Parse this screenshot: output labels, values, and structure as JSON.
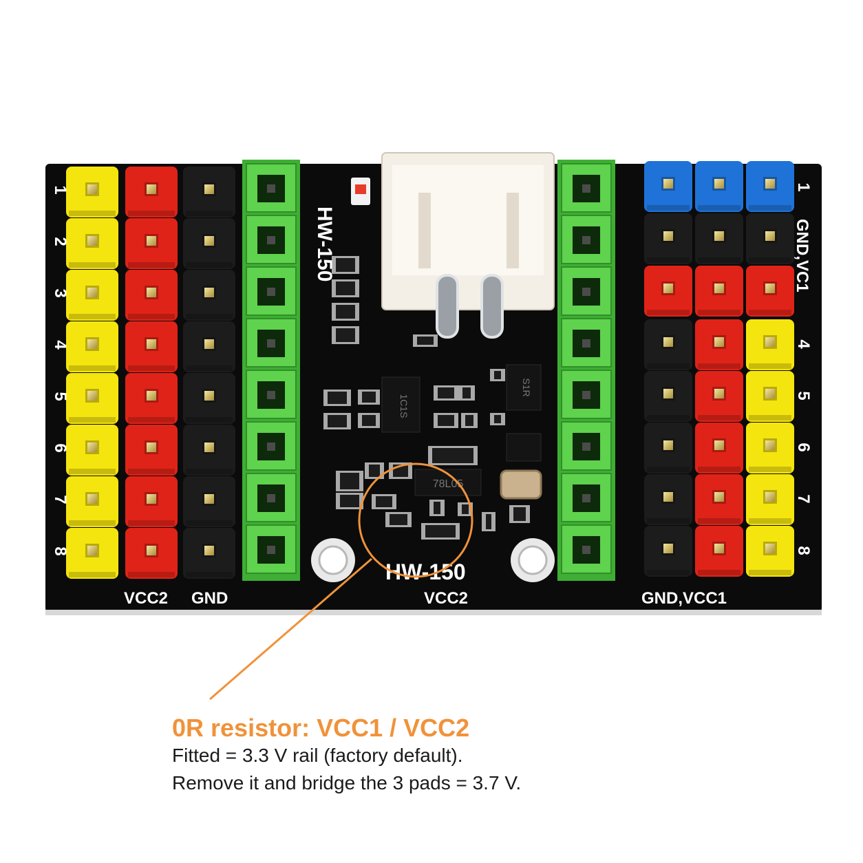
{
  "board": {
    "model_top": "HW-150",
    "model_bottom": "HW-150",
    "left_labels": {
      "vcc": "VCC2",
      "gnd": "GND"
    },
    "bottom_center_label": "VCC2",
    "right_bottom_label": "GND,VCC1",
    "right_side_label": "GND,VC1",
    "left_row_numbers": [
      "1",
      "2",
      "3",
      "4",
      "5",
      "6",
      "7",
      "8"
    ],
    "right_row_numbers": [
      "1",
      "4",
      "5",
      "6",
      "7",
      "8"
    ],
    "chip_markings": [
      "1C1S",
      "S1R",
      "78L05"
    ],
    "colors": {
      "pcb": "#0b0b0b",
      "yellow_header": "#f5e50f",
      "red_header": "#e02318",
      "black_header": "#1c1c1c",
      "blue_header": "#1f73d8",
      "green_terminal": "#5fd24e",
      "connector": "#f4efe6",
      "callout_orange": "#f0923a"
    }
  },
  "callout": {
    "title": "0R resistor: VCC1 / VCC2",
    "line1": "Fitted = 3.3 V rail (factory default).",
    "line2": "Remove it and bridge the 3 pads = 3.7 V."
  }
}
